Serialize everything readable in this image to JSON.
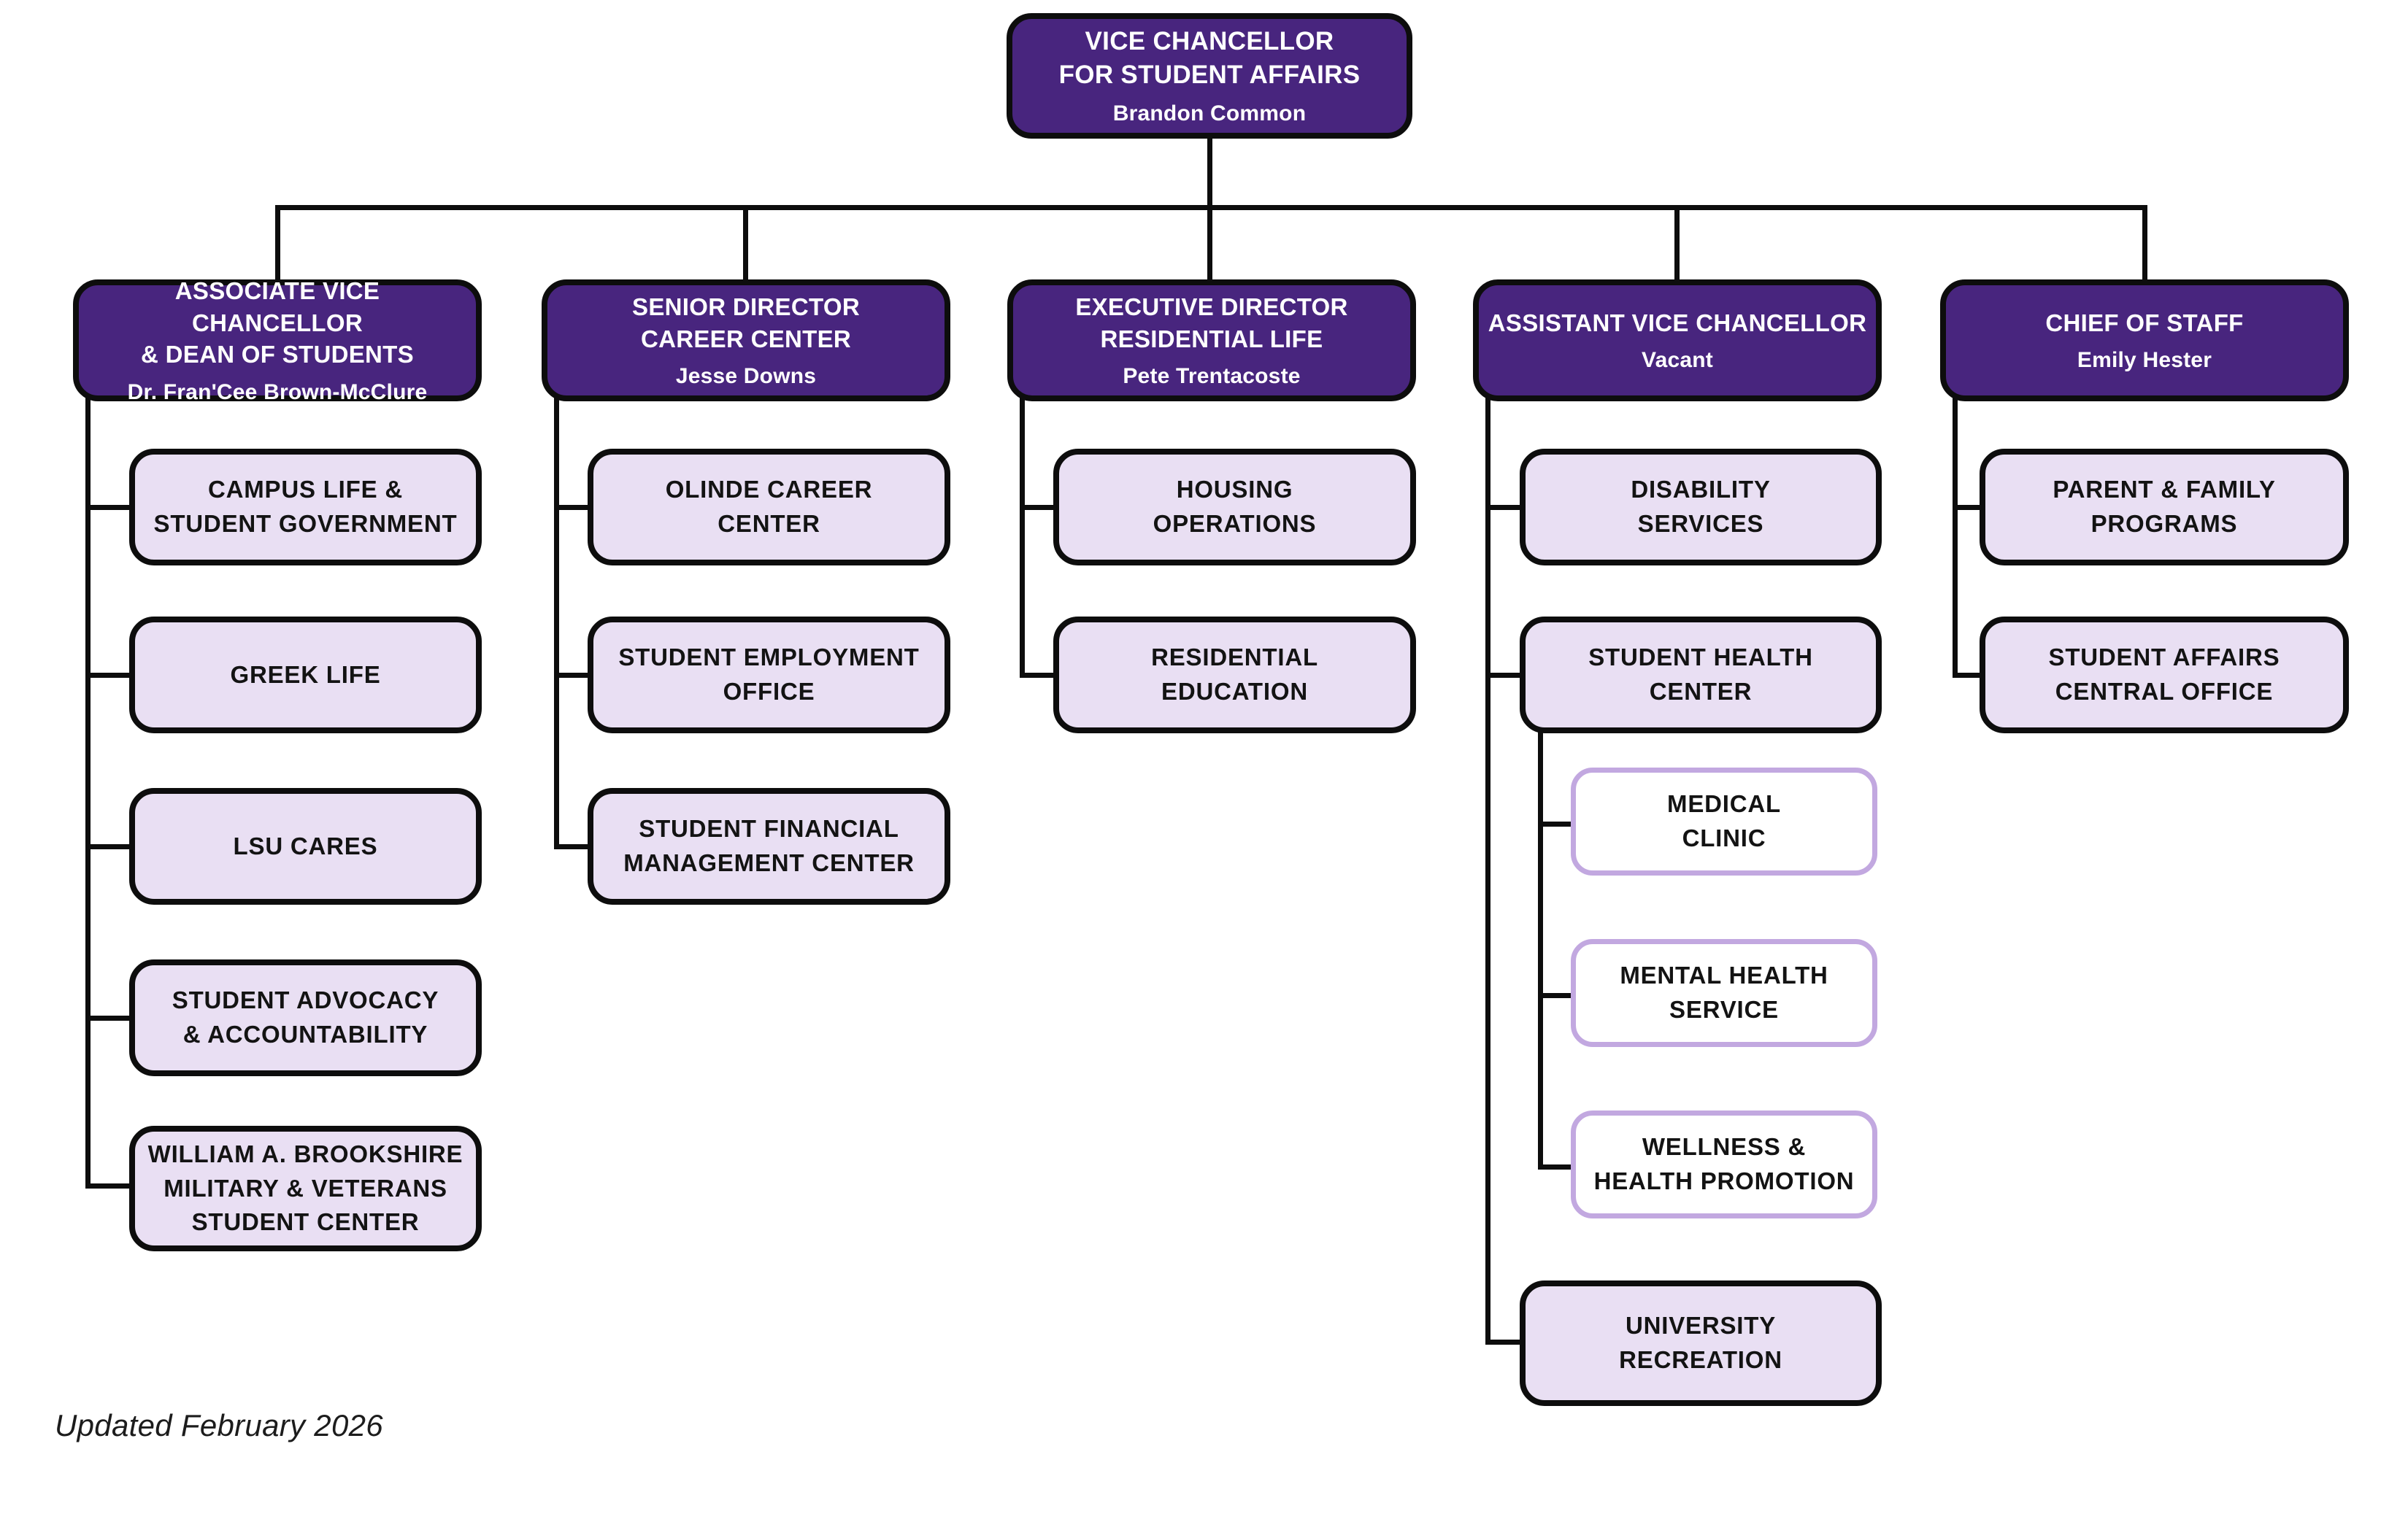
{
  "colors": {
    "purple": "#48257E",
    "lavender": "#E9DFF3",
    "sub_border": "#C2A8E0",
    "line": "#0D0D0D",
    "text_dark": "#131313"
  },
  "footer": {
    "text": "Updated February 2026"
  },
  "root": {
    "title": "VICE CHANCELLOR\nFOR STUDENT AFFAIRS",
    "name": "Brandon Common"
  },
  "branches": [
    {
      "title": "ASSOCIATE VICE CHANCELLOR\n& DEAN OF STUDENTS",
      "name": "Dr. Fran'Cee Brown-McClure",
      "children": [
        {
          "label": "CAMPUS LIFE &\nSTUDENT GOVERNMENT"
        },
        {
          "label": "GREEK LIFE"
        },
        {
          "label": "LSU CARES"
        },
        {
          "label": "STUDENT ADVOCACY\n& ACCOUNTABILITY"
        },
        {
          "label": "WILLIAM A. BROOKSHIRE\nMILITARY & VETERANS\nSTUDENT CENTER"
        }
      ]
    },
    {
      "title": "SENIOR DIRECTOR\nCAREER CENTER",
      "name": "Jesse Downs",
      "children": [
        {
          "label": "OLINDE CAREER\nCENTER"
        },
        {
          "label": "STUDENT EMPLOYMENT\nOFFICE"
        },
        {
          "label": "STUDENT FINANCIAL\nMANAGEMENT CENTER"
        }
      ]
    },
    {
      "title": "EXECUTIVE DIRECTOR\nRESIDENTIAL LIFE",
      "name": "Pete Trentacoste",
      "children": [
        {
          "label": "HOUSING\nOPERATIONS"
        },
        {
          "label": "RESIDENTIAL\nEDUCATION"
        }
      ]
    },
    {
      "title": "ASSISTANT VICE CHANCELLOR",
      "name": "Vacant",
      "children": [
        {
          "label": "DISABILITY\nSERVICES"
        },
        {
          "label": "STUDENT HEALTH\nCENTER",
          "children": [
            {
              "label": "MEDICAL\nCLINIC"
            },
            {
              "label": "MENTAL HEALTH\nSERVICE"
            },
            {
              "label": "WELLNESS &\nHEALTH PROMOTION"
            }
          ]
        },
        {
          "label": "UNIVERSITY\nRECREATION"
        }
      ]
    },
    {
      "title": "CHIEF OF STAFF",
      "name": "Emily Hester",
      "children": [
        {
          "label": "PARENT & FAMILY\nPROGRAMS"
        },
        {
          "label": "STUDENT AFFAIRS\nCENTRAL OFFICE"
        }
      ]
    }
  ]
}
